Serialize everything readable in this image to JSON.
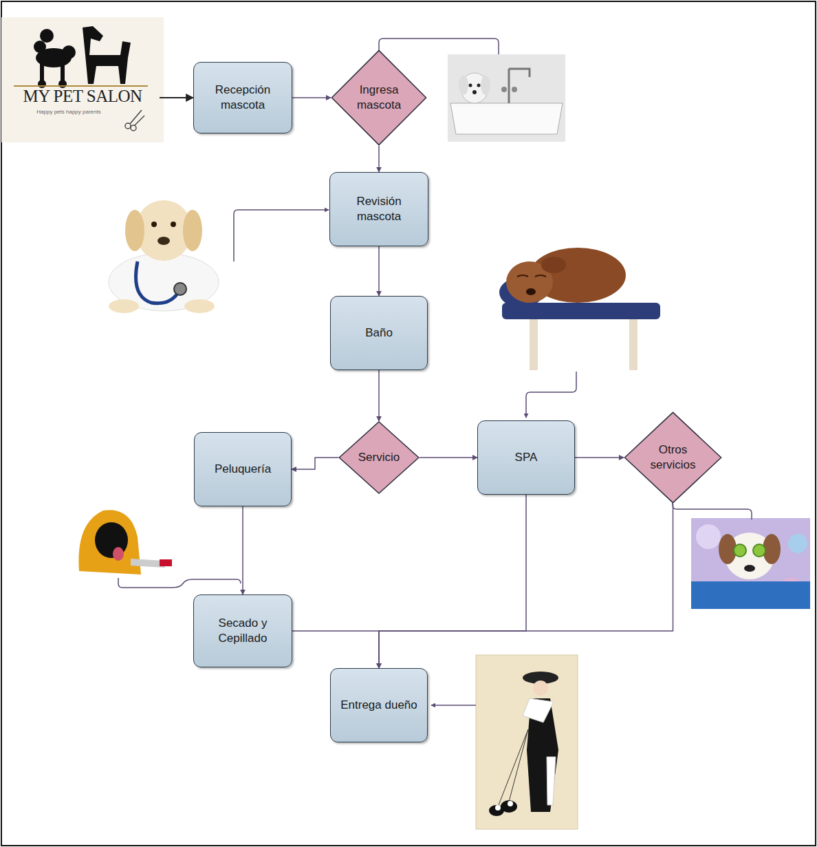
{
  "diagram": {
    "nodes": [
      {
        "text": [
          "Recepción mascota"
        ]
      },
      {
        "text": [
          "Ingresa mascota"
        ]
      },
      {
        "text": [
          "Revisión mascota"
        ]
      },
      {
        "text": [
          "Baño"
        ]
      },
      {
        "text": [
          "Peluquería"
        ]
      },
      {
        "text": [
          "Servicio"
        ]
      },
      {
        "text": [
          "SPA"
        ]
      },
      {
        "text": [
          "Otros servicios"
        ]
      },
      {
        "text": [
          "Secado y Cepillado"
        ]
      },
      {
        "text": [
          "Entrega dueño"
        ]
      }
    ],
    "edges": [
      {
        "from": 0,
        "to": 1,
        "arrow": "to"
      },
      {
        "from": 1,
        "to": 2,
        "arrow": "to"
      },
      {
        "from": 2,
        "to": 3,
        "arrow": "to"
      },
      {
        "from": 3,
        "to": 5,
        "arrow": "to"
      },
      {
        "from": 5,
        "to": 4,
        "arrow": "to"
      },
      {
        "from": 5,
        "to": 6,
        "arrow": "to"
      },
      {
        "from": 6,
        "to": 7,
        "arrow": "to"
      },
      {
        "from": 4,
        "to": 8,
        "arrow": "to"
      },
      {
        "from": 8,
        "to": 9,
        "arrow": "to"
      },
      {
        "from": 6,
        "to": 9,
        "arrow": "to"
      },
      {
        "from": 7,
        "to": 9,
        "arrow": "to"
      }
    ],
    "labels": [
      "MY PET SALON",
      "Happy pets happy parents"
    ]
  }
}
